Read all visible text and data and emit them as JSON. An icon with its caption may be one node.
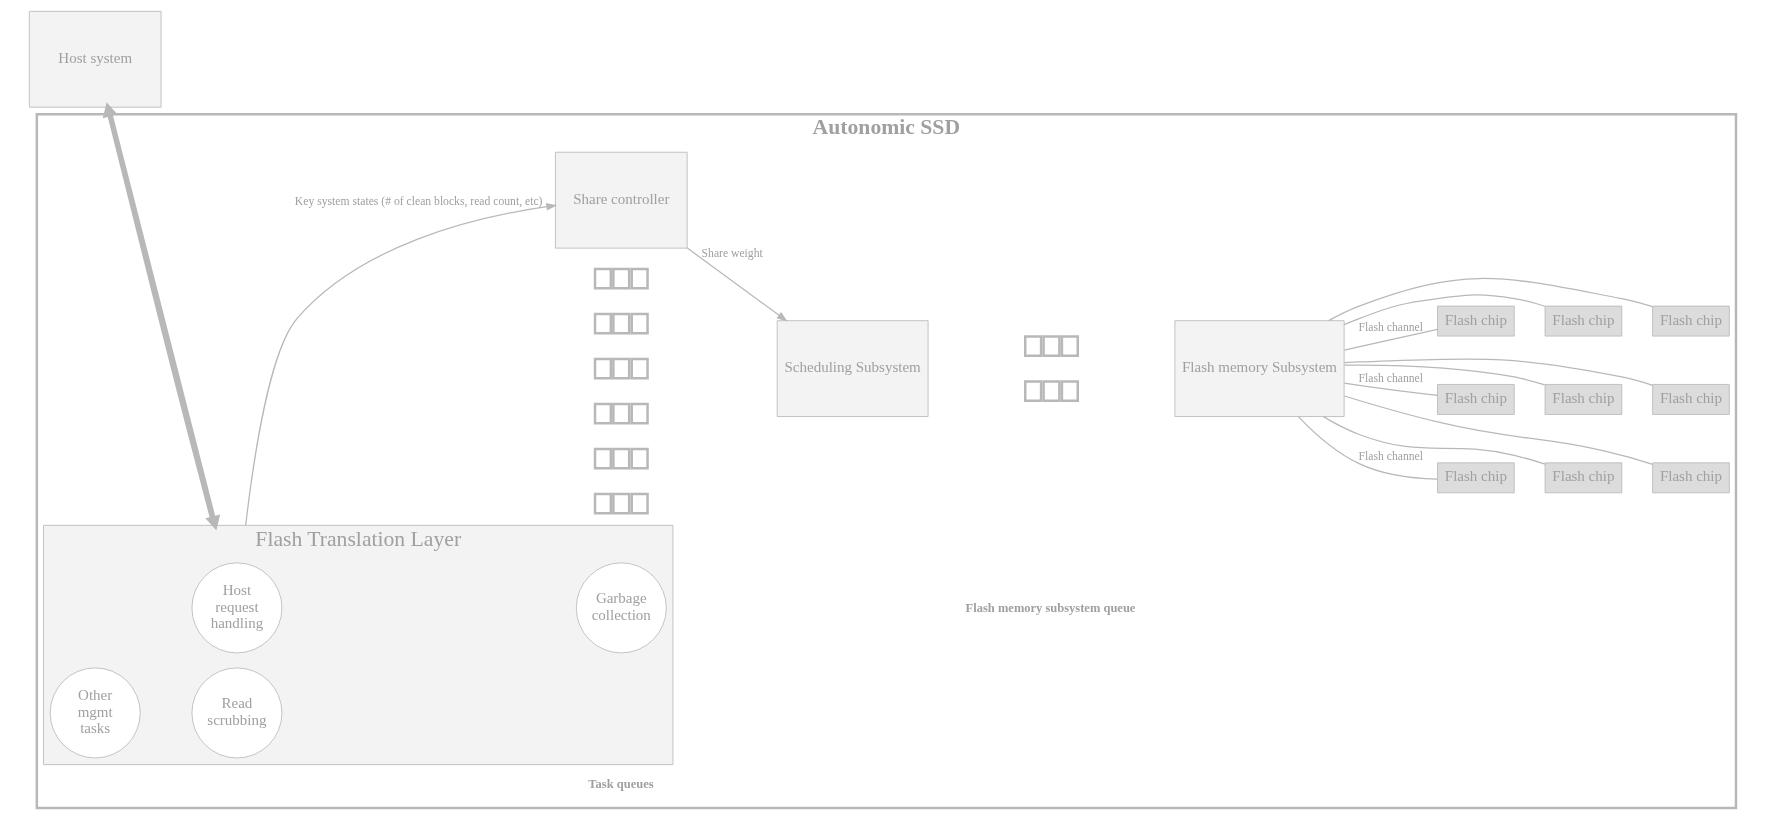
{
  "diagram": {
    "nodes": [
      {
        "text": [
          "Host system"
        ]
      },
      {
        "text": [
          "Autonomic SSD"
        ]
      },
      {
        "text": [
          "Flash Translation Layer"
        ],
        "in": 1
      },
      {
        "text": [
          "Host request handling"
        ],
        "in": 2
      },
      {
        "text": [
          "Garbage collection"
        ],
        "in": 2
      },
      {
        "text": [
          "Other mgmt tasks"
        ],
        "in": 2
      },
      {
        "text": [
          "Read scrubbing"
        ],
        "in": 2
      },
      {
        "text": [],
        "shape": "queue",
        "in": 1
      },
      {
        "text": [],
        "shape": "queue",
        "in": 1
      },
      {
        "text": [],
        "shape": "queue",
        "in": 1
      },
      {
        "text": [],
        "shape": "queue",
        "in": 1
      },
      {
        "text": [],
        "shape": "queue",
        "in": 1
      },
      {
        "text": [],
        "shape": "queue",
        "in": 1
      },
      {
        "text": [
          "Scheduling Subsystem"
        ],
        "in": 1
      },
      {
        "text": [],
        "shape": "queue",
        "in": 1
      },
      {
        "text": [],
        "shape": "queue",
        "in": 1
      },
      {
        "text": [
          "Flash memory Subsystem"
        ],
        "in": 1
      },
      {
        "text": [
          "Flash chip"
        ],
        "in": 1
      },
      {
        "text": [
          "Flash chip"
        ],
        "in": 1
      },
      {
        "text": [
          "Flash chip"
        ],
        "in": 1
      },
      {
        "text": [
          "Flash chip"
        ],
        "in": 1
      },
      {
        "text": [
          "Flash chip"
        ],
        "in": 1
      },
      {
        "text": [
          "Flash chip"
        ],
        "in": 1
      },
      {
        "text": [
          "Flash chip"
        ],
        "in": 1
      },
      {
        "text": [
          "Flash chip"
        ],
        "in": 1
      },
      {
        "text": [
          "Flash chip"
        ],
        "in": 1
      },
      {
        "text": [
          "Share controller"
        ],
        "in": 1
      }
    ],
    "edges": [
      {
        "from": 0,
        "to": 2,
        "arrow": "to",
        "style": "thick"
      },
      {
        "from": 2,
        "to": 0,
        "arrow": "to",
        "style": "thick"
      },
      {
        "from": 2,
        "to": 26,
        "arrow": "to",
        "label": "Key system states (# of clean blocks, read count, etc)"
      },
      {
        "from": 26,
        "to": 13,
        "arrow": "to",
        "label": "Share weight"
      },
      {
        "from": 16,
        "to": 17,
        "arrow": "none",
        "label": "Flash channel"
      },
      {
        "from": 16,
        "to": 18,
        "arrow": "none"
      },
      {
        "from": 16,
        "to": 19,
        "arrow": "none"
      },
      {
        "from": 16,
        "to": 20,
        "arrow": "none",
        "label": "Flash channel"
      },
      {
        "from": 16,
        "to": 21,
        "arrow": "none"
      },
      {
        "from": 16,
        "to": 22,
        "arrow": "none"
      },
      {
        "from": 16,
        "to": 23,
        "arrow": "none",
        "label": "Flash channel"
      },
      {
        "from": 16,
        "to": 24,
        "arrow": "none"
      },
      {
        "from": 16,
        "to": 25,
        "arrow": "none"
      }
    ],
    "labels": [
      "Task queues",
      "Flash memory subsystem queue"
    ]
  }
}
